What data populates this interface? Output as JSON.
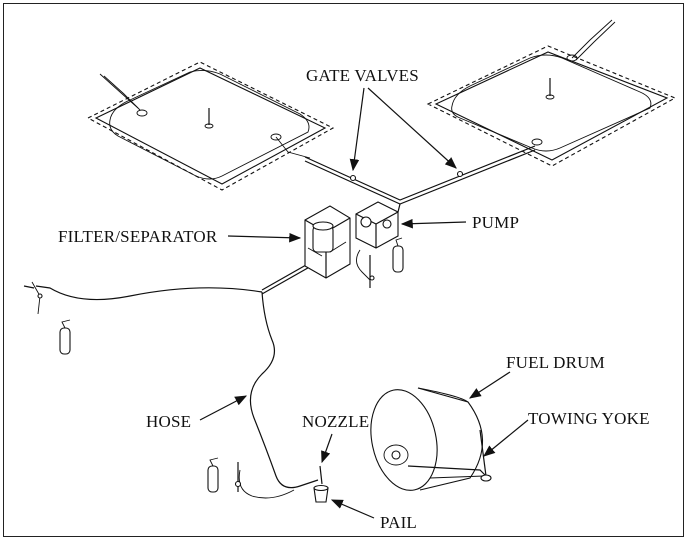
{
  "labels": {
    "gate_valves": "GATE VALVES",
    "pump": "PUMP",
    "filter_separator": "FILTER/SEPARATOR",
    "fuel_drum": "FUEL DRUM",
    "towing_yoke": "TOWING YOKE",
    "hose": "HOSE",
    "nozzle": "NOZZLE",
    "pail": "PAIL"
  },
  "colors": {
    "ink": "#111111",
    "paper": "#ffffff"
  }
}
